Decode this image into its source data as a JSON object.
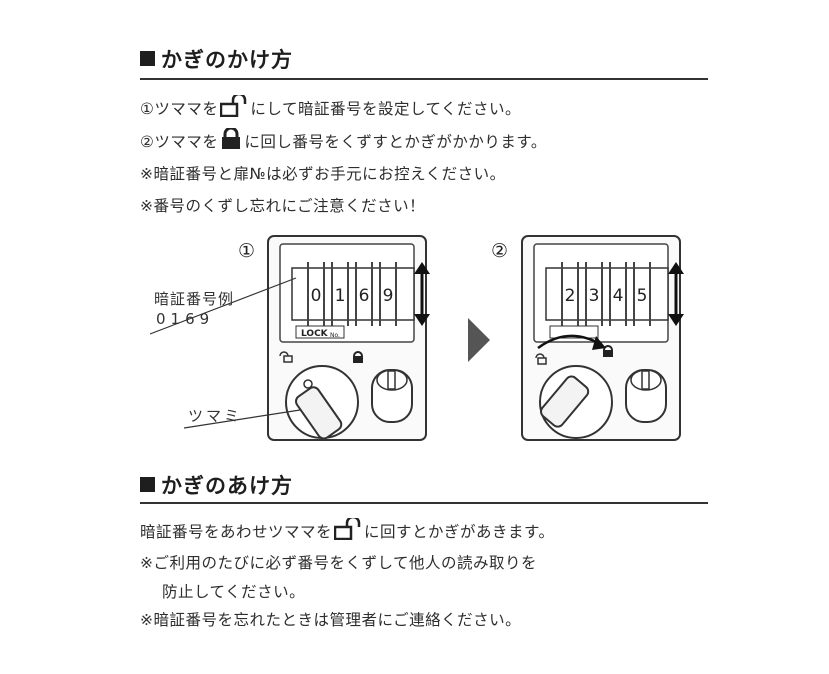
{
  "section1": {
    "heading": "かぎのかけ方",
    "step1": {
      "before": "①ツママを",
      "after": "にして暗証番号を設定してください。"
    },
    "step2": {
      "before": "②ツママを",
      "after": "に回し番号をくずすとかぎがかかります。"
    },
    "note1": "※暗証番号と扉№は必ずお手元にお控えください。",
    "note2": "※番号のくずし忘れにご注意ください！"
  },
  "figure": {
    "label1": "①",
    "label2": "②",
    "example_label": "暗証番号例",
    "example_value": "0169",
    "knob_label": "ツマミ",
    "lock_text": "LOCK",
    "lock_sub": "No.",
    "digits1": [
      "0",
      "1",
      "6",
      "9"
    ],
    "digits2": [
      "2",
      "3",
      "4",
      "5"
    ]
  },
  "section2": {
    "heading": "かぎのあけ方",
    "line1": {
      "before": "暗証番号をあわせツママを",
      "after": "に回すとかぎがあきます。"
    },
    "note1a": "※ご利用のたびに必ず番号をくずして他人の読み取りを",
    "note1b": "防止してください。",
    "note2": "※暗証番号を忘れたときは管理者にご連絡ください。"
  }
}
